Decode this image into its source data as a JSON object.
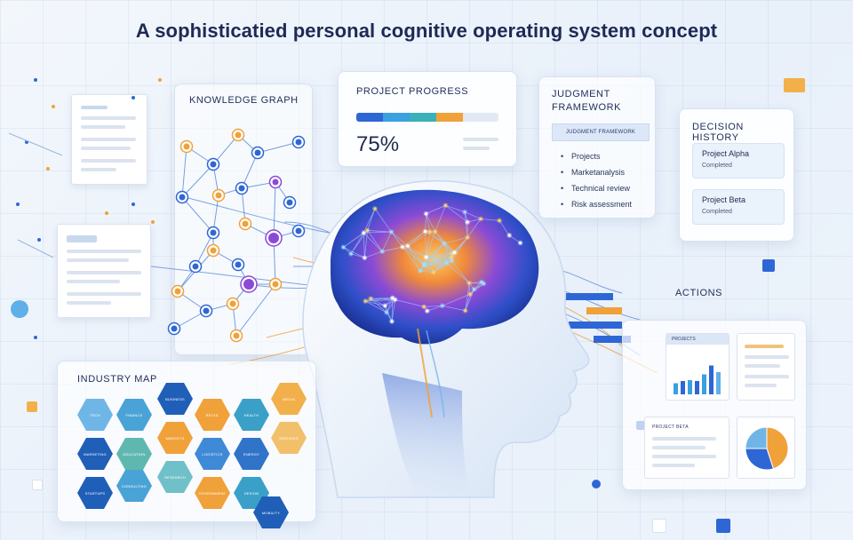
{
  "title": "A sophisticatied personal cognitive operating system concept",
  "knowledge_graph": {
    "title": "KNOWLEDGE GRAPH"
  },
  "project_progress": {
    "title": "PROJECT PROGRESS",
    "percent_label": "75%",
    "progress": 0.75,
    "segment_colors": [
      "#2e66d6",
      "#3aa0e0",
      "#3bb0b8",
      "#f0a13a"
    ]
  },
  "judgment_framework": {
    "title": "JUDGMENT FRAMEWORK",
    "header": "JUDGMENT FRAMEWORK",
    "items": [
      "Projects",
      "Marketanalysis",
      "Technical review",
      "Risk assessment"
    ]
  },
  "decision_history": {
    "title": "DECISION HISTORY",
    "items": [
      {
        "name": "Project Alpha",
        "status": "Completed"
      },
      {
        "name": "Project Beta",
        "status": "Completed"
      }
    ]
  },
  "industry_map": {
    "title": "INDUSTRY MAP",
    "hexes": [
      {
        "label": "TECH",
        "color": "#6fb6e6"
      },
      {
        "label": "FINANCE",
        "color": "#4aa3d6"
      },
      {
        "label": "BUSINESS",
        "color": "#1f5fb8"
      },
      {
        "label": "RETAIL",
        "color": "#f0a13a"
      },
      {
        "label": "HEALTH",
        "color": "#3aa0c8"
      },
      {
        "label": "MEDIA",
        "color": "#f2b04a"
      },
      {
        "label": "MARKETING",
        "color": "#1f5fb8"
      },
      {
        "label": "EDUCATION",
        "color": "#5fb8b0"
      },
      {
        "label": "MARKETS",
        "color": "#f0a13a"
      },
      {
        "label": "LOGISTICS",
        "color": "#3e8ad6"
      },
      {
        "label": "ENERGY",
        "color": "#2f74c8"
      },
      {
        "label": "SERVICES",
        "color": "#f2c06a"
      },
      {
        "label": "STARTUPS",
        "color": "#1f5fb8"
      },
      {
        "label": "CONSULTING",
        "color": "#4aa3d6"
      },
      {
        "label": "RESEARCH",
        "color": "#6fc0c8"
      },
      {
        "label": "GOVERNMENT",
        "color": "#f0a13a"
      },
      {
        "label": "DESIGN",
        "color": "#3aa0c8"
      },
      {
        "label": "MOBILITY",
        "color": "#1f5fb8"
      }
    ]
  },
  "actions": {
    "title": "ACTIONS",
    "chart_header": "PROJECTS",
    "project_beta_title": "PROJECT BETA",
    "bar_colors": [
      "#3aa0e0",
      "#2e66d6",
      "#3aa0e0",
      "#2e66d6",
      "#3aa0e0",
      "#2e66d6",
      "#5fb0e8"
    ],
    "pie_colors": [
      "#f0a13a",
      "#2e66d6",
      "#6fb6e6"
    ]
  }
}
